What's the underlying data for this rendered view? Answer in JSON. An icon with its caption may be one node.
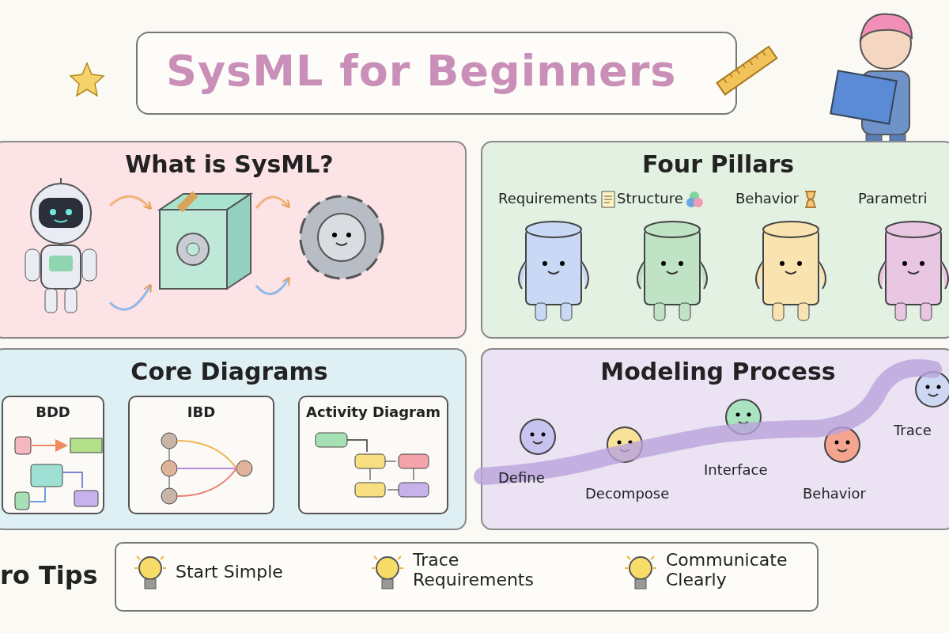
{
  "diagram": {
    "title": "SysML for Beginners",
    "nodes": [
      {
        "text": [
          "What is SysML?"
        ]
      },
      {
        "text": [],
        "shape": "picture",
        "in": 0
      },
      {
        "text": [],
        "shape": "picture",
        "in": 0
      },
      {
        "text": [],
        "shape": "picture",
        "in": 0
      },
      {
        "text": [
          "Four Pillars"
        ]
      },
      {
        "text": [
          "Requirements"
        ],
        "in": 4
      },
      {
        "text": [
          "Structure"
        ],
        "in": 4
      },
      {
        "text": [
          "Behavior"
        ],
        "in": 4
      },
      {
        "text": [
          "Parametri"
        ],
        "in": 4
      },
      {
        "text": [
          "Core Diagrams"
        ]
      },
      {
        "text": [
          "BDD"
        ],
        "in": 9
      },
      {
        "text": [
          "IBD"
        ],
        "in": 9
      },
      {
        "text": [
          "Activity Diagram"
        ],
        "in": 9
      },
      {
        "text": [
          "Modeling Process"
        ]
      },
      {
        "text": [
          "Define"
        ],
        "in": 13
      },
      {
        "text": [
          "Decompose"
        ],
        "in": 13
      },
      {
        "text": [
          "Interface"
        ],
        "in": 13
      },
      {
        "text": [
          "Behavior"
        ],
        "in": 13
      },
      {
        "text": [
          "Trace"
        ],
        "in": 13
      },
      {
        "text": [
          "ro Tips"
        ]
      },
      {
        "text": [
          "Start Simple"
        ],
        "in": 19
      },
      {
        "text": [
          "Trace Requirements"
        ],
        "in": 19
      },
      {
        "text": [
          "Communicate Clearly"
        ],
        "in": 19
      }
    ],
    "edges": [
      {
        "from": 1,
        "to": 2,
        "arrow": "to"
      },
      {
        "from": 2,
        "to": 3,
        "arrow": "to"
      },
      {
        "from": 1,
        "to": 2,
        "arrow": "to",
        "color": "#8fb8e8"
      },
      {
        "from": 2,
        "to": 3,
        "arrow": "to",
        "color": "#8fb8e8"
      }
    ]
  }
}
